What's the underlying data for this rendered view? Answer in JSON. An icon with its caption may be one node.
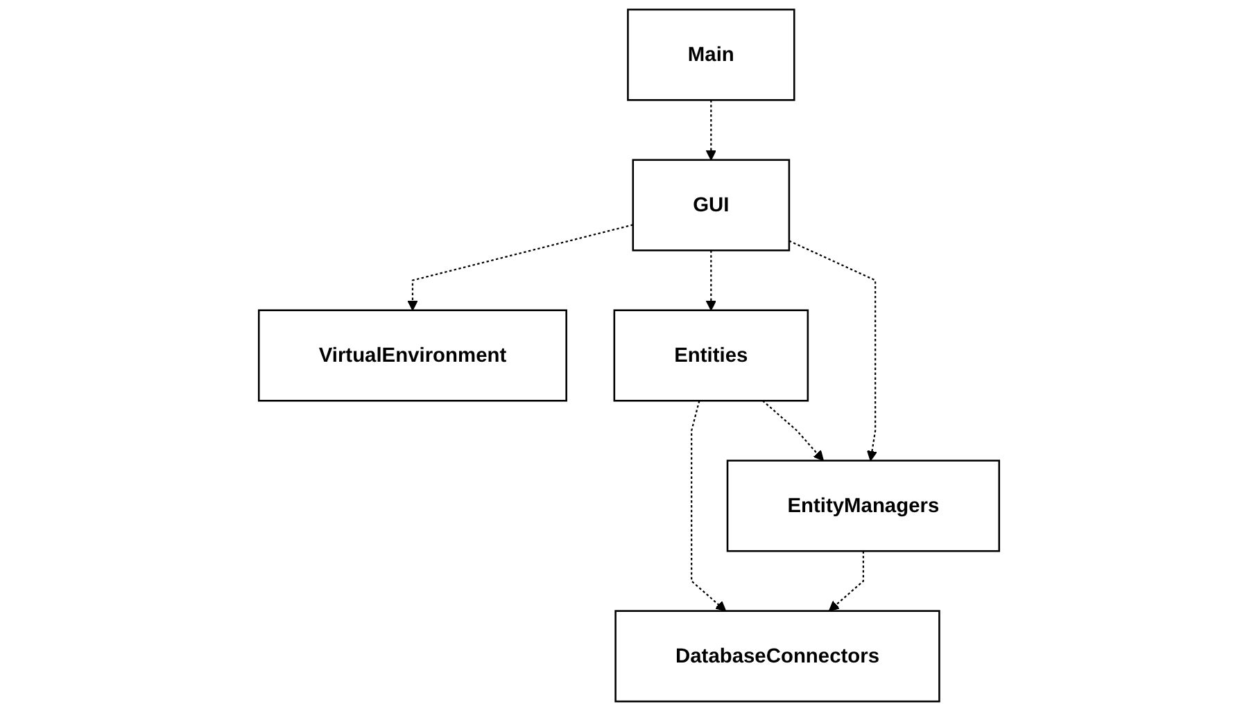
{
  "diagram": {
    "nodes": [
      {
        "text": [
          "Main"
        ]
      },
      {
        "text": [
          "VirtualEnvironment"
        ]
      },
      {
        "text": [
          "GUI"
        ]
      },
      {
        "text": [
          "Entities"
        ]
      },
      {
        "text": [
          "DatabaseConnectors"
        ]
      },
      {
        "text": [
          "EntityManagers"
        ]
      }
    ],
    "edges": [
      {
        "from": 0,
        "to": 2,
        "arrow": "to",
        "style": "dashed"
      },
      {
        "from": 2,
        "to": 1,
        "arrow": "to",
        "style": "dashed"
      },
      {
        "from": 2,
        "to": 3,
        "arrow": "to",
        "style": "dashed"
      },
      {
        "from": 3,
        "to": 4,
        "arrow": "to",
        "style": "dashed"
      },
      {
        "from": 3,
        "to": 5,
        "arrow": "to",
        "style": "dashed"
      },
      {
        "from": 2,
        "to": 5,
        "arrow": "to",
        "style": "dashed"
      },
      {
        "from": 5,
        "to": 4,
        "arrow": "to",
        "style": "dashed"
      }
    ]
  }
}
